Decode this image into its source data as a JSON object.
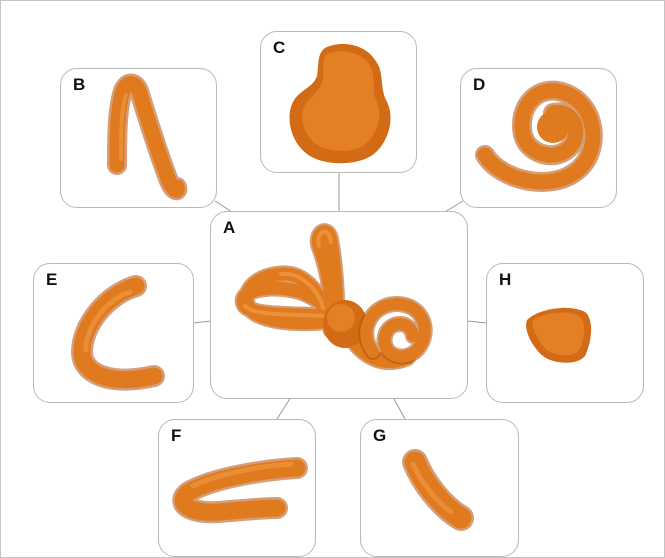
{
  "colors": {
    "structure": "#e07a1e",
    "structure_dark": "#b24f0a",
    "structure_light": "#f29a45",
    "panel_border": "#b9b9b9",
    "connector": "#9a9a9a"
  },
  "panels": {
    "A": {
      "label": "A",
      "part": "whole-inner-ear"
    },
    "B": {
      "label": "B",
      "part": "bent-tube"
    },
    "C": {
      "label": "C",
      "part": "sac"
    },
    "D": {
      "label": "D",
      "part": "spiral"
    },
    "E": {
      "label": "E",
      "part": "c-shaped-canal"
    },
    "F": {
      "label": "F",
      "part": "looped-canal"
    },
    "G": {
      "label": "G",
      "part": "short-tube"
    },
    "H": {
      "label": "H",
      "part": "small-lump"
    }
  }
}
